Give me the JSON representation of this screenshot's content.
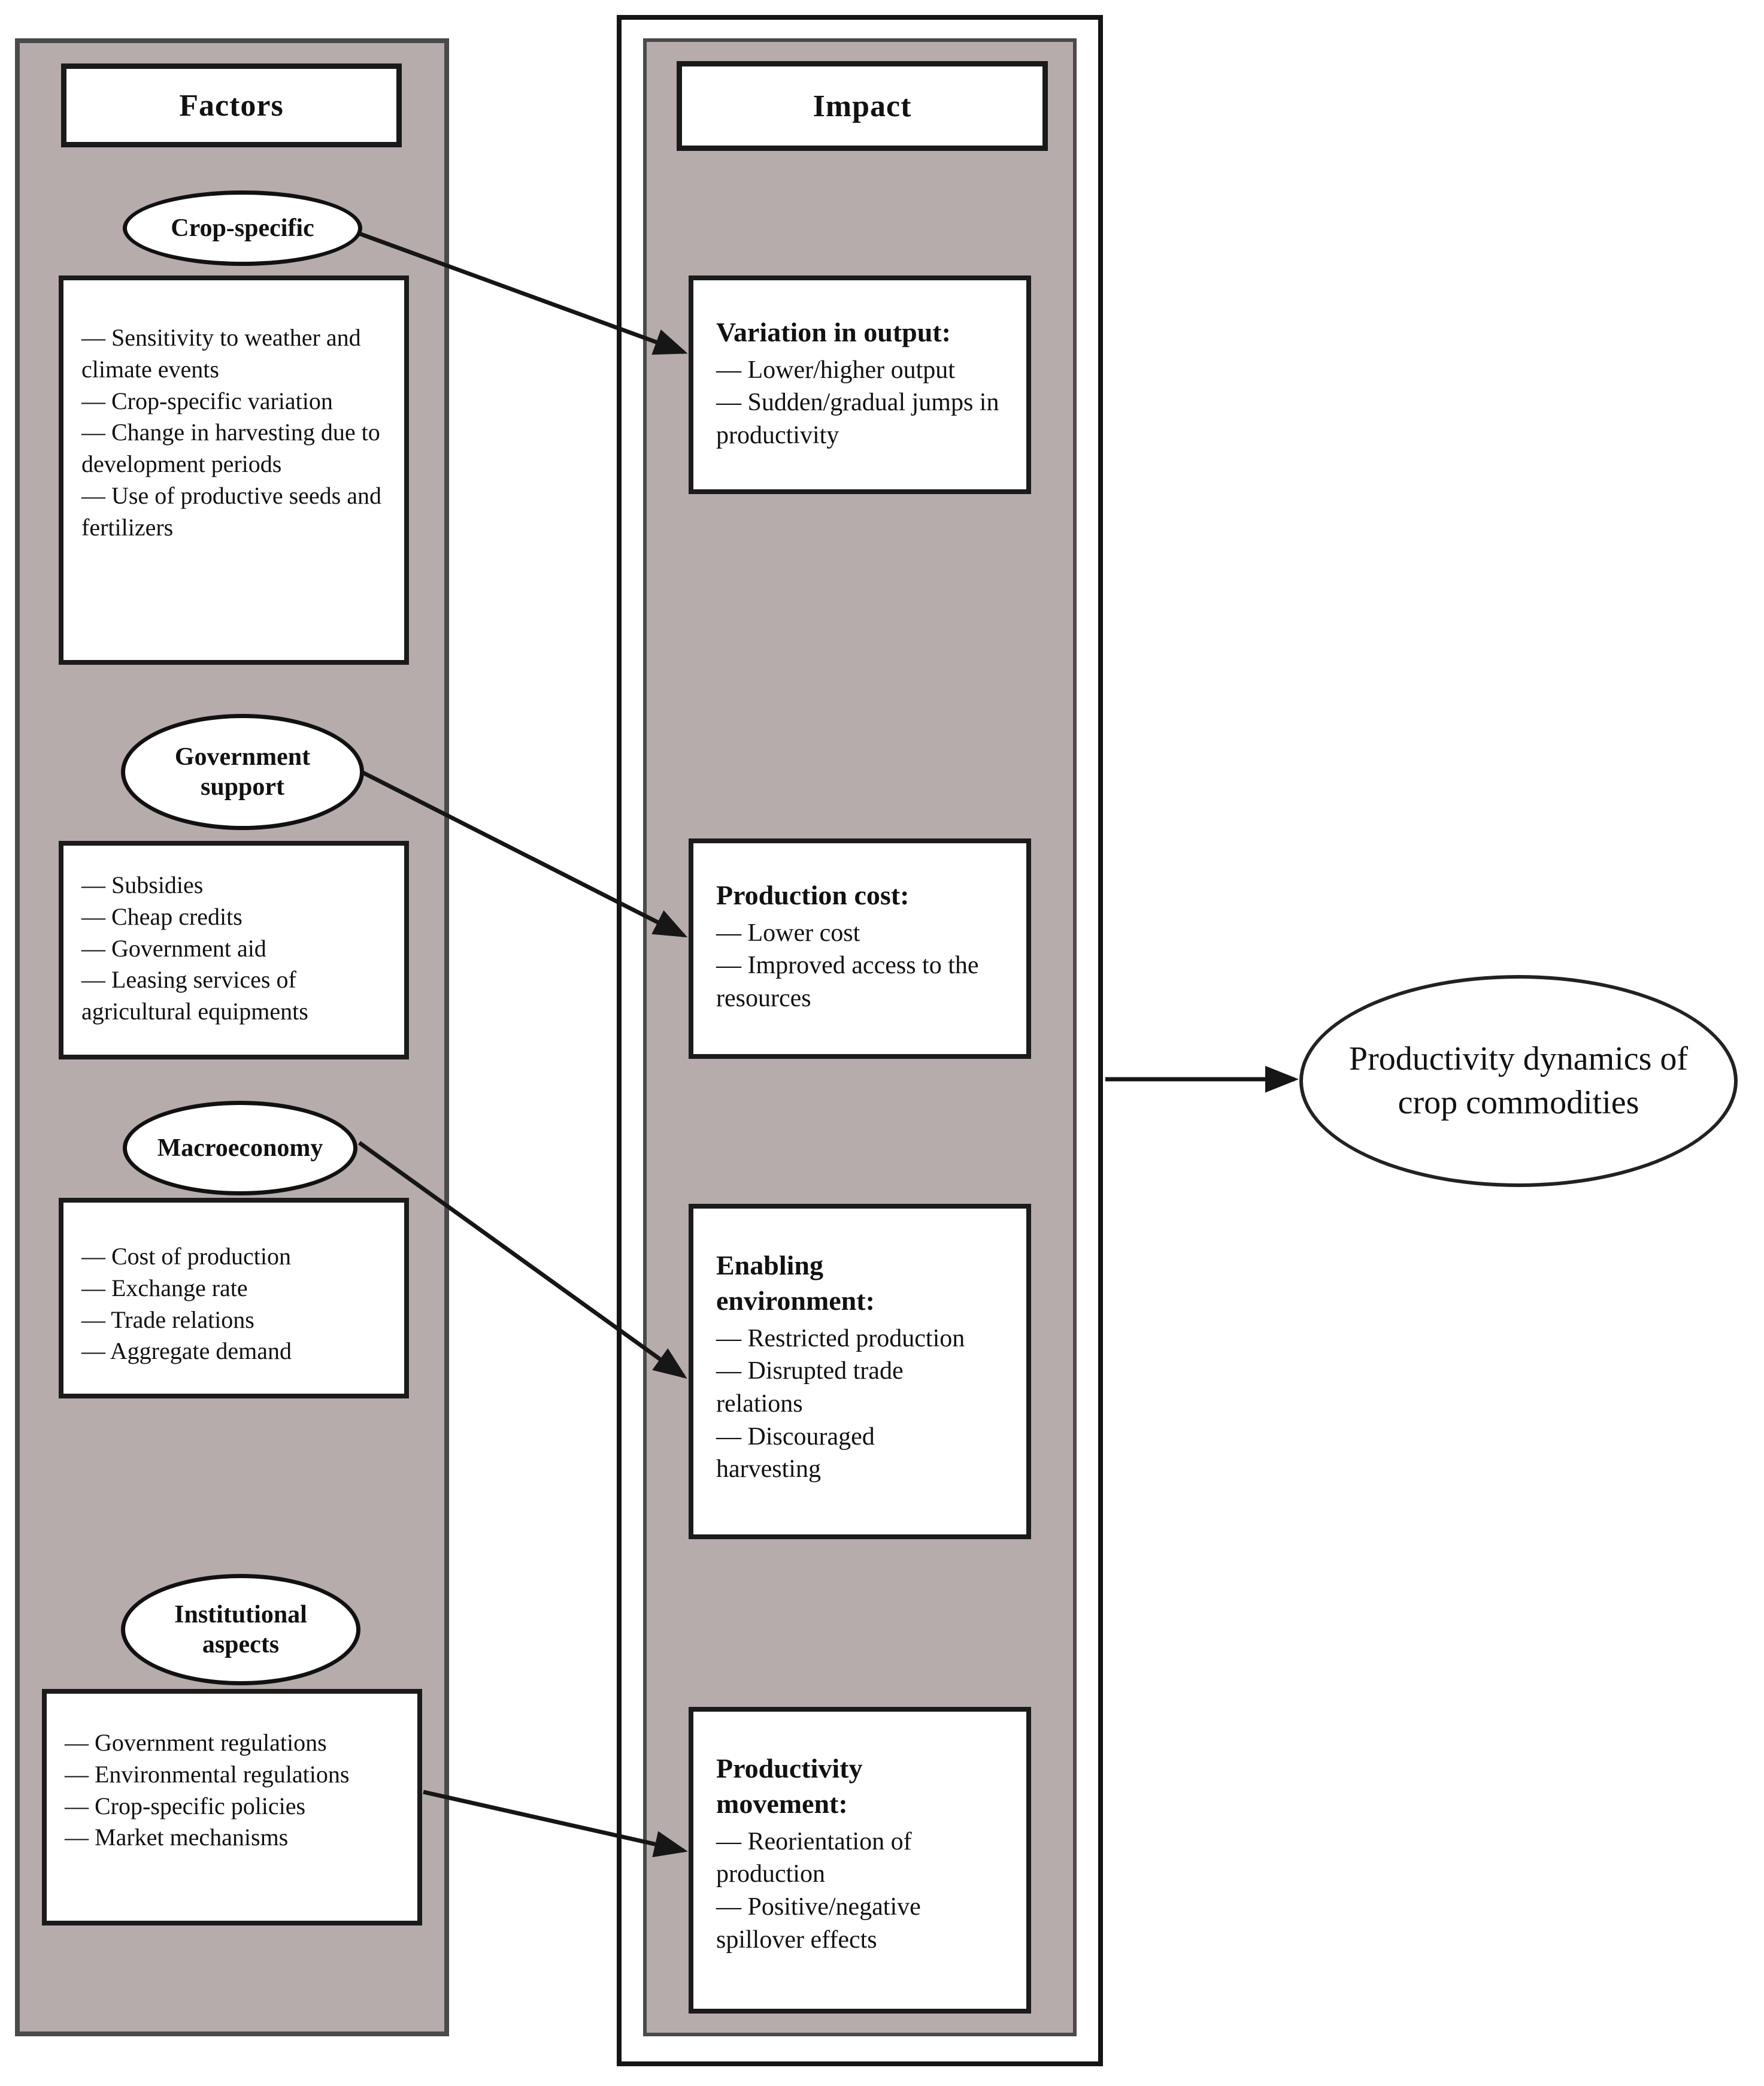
{
  "factors": {
    "header": "Factors",
    "groups": [
      {
        "label": "Crop-specific",
        "items": [
          "— Sensitivity to weather and climate events",
          "— Crop-specific variation",
          "— Change in harvesting due to development periods",
          "— Use of productive seeds and fertilizers"
        ]
      },
      {
        "label": "Government support",
        "items": [
          "— Subsidies",
          "— Cheap credits",
          "— Government aid",
          "— Leasing services of agricultural equipments"
        ]
      },
      {
        "label": "Macroeconomy",
        "items": [
          "— Cost of production",
          "— Exchange rate",
          "— Trade relations",
          "— Aggregate demand"
        ]
      },
      {
        "label": "Institutional aspects",
        "items": [
          "— Government regulations",
          "— Environmental regulations",
          "— Crop-specific policies",
          "— Market mechanisms"
        ]
      }
    ]
  },
  "impact": {
    "header": "Impact",
    "boxes": [
      {
        "title": "Variation in output:",
        "items": [
          "— Lower/higher output",
          "— Sudden/gradual jumps in productivity"
        ]
      },
      {
        "title": "Production cost:",
        "items": [
          "— Lower cost",
          "— Improved access to the resources"
        ]
      },
      {
        "title": "Enabling environment:",
        "items": [
          "— Restricted production",
          "— Disrupted trade relations",
          "— Discouraged harvesting"
        ]
      },
      {
        "title": "Productivity movement:",
        "items": [
          "— Reorientation of production",
          "— Positive/negative spillover effects"
        ]
      }
    ]
  },
  "outcome": {
    "label": "Productivity dynamics of crop commodities"
  },
  "colors": {
    "panel_gray": "#b6acab",
    "panel_border": "#4a4a4a",
    "box_border": "#1b1b1b",
    "box_white": "#ffffff",
    "arrow_black": "#161616"
  }
}
